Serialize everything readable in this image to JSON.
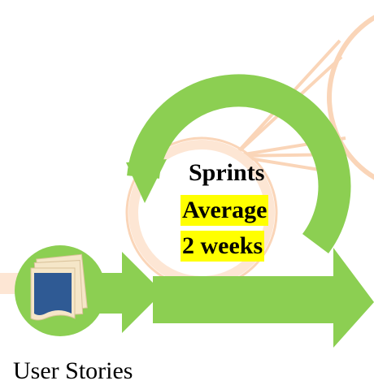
{
  "diagram": {
    "center": {
      "title": "Sprints",
      "line1": "Average",
      "line2": "2 weeks"
    },
    "backlog_label": "User Stories"
  },
  "colors": {
    "green": "#8ccf52",
    "peach": "#fad5b8",
    "peach_light": "#fde6d4",
    "highlight": "#ffff00",
    "doc_blue": "#2f5a94",
    "doc_paper": "#f5e6c8"
  },
  "icons": [
    "document-stack-icon",
    "cycle-arrow-icon",
    "forward-arrow-icon"
  ]
}
